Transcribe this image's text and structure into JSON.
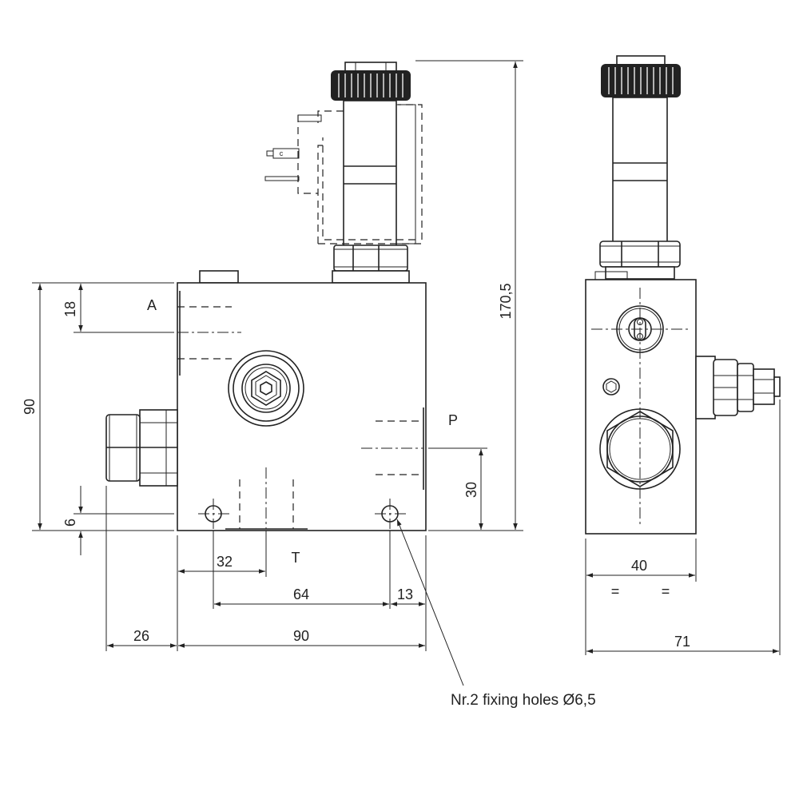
{
  "labels": {
    "port_a": "A",
    "port_p": "P",
    "port_t": "T",
    "fixing_note": "Nr.2 fixing holes Ø6,5",
    "coil_terminal": "c"
  },
  "dimensions": {
    "d18": "18",
    "d90v": "90",
    "d6": "6",
    "d30": "30",
    "d170": "170,5",
    "d32": "32",
    "d64": "64",
    "d13": "13",
    "d26": "26",
    "d90h": "90",
    "d40": "40",
    "d71": "71",
    "eq1": "=",
    "eq2": "="
  }
}
